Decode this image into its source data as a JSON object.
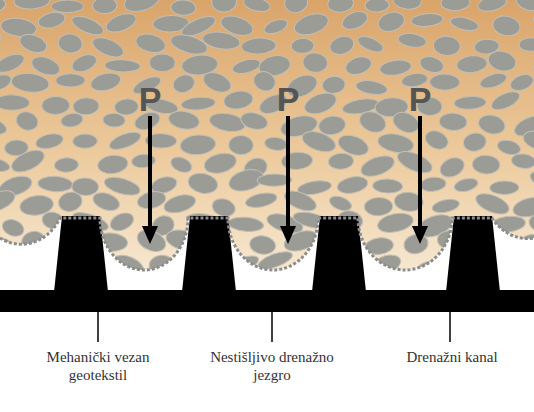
{
  "diagram": {
    "labels": [
      "P",
      "P",
      "P",
      "Mehanički vezan geotekstil",
      "Nestišljivo drenažno jezgro",
      "Drenažni kanal"
    ]
  }
}
